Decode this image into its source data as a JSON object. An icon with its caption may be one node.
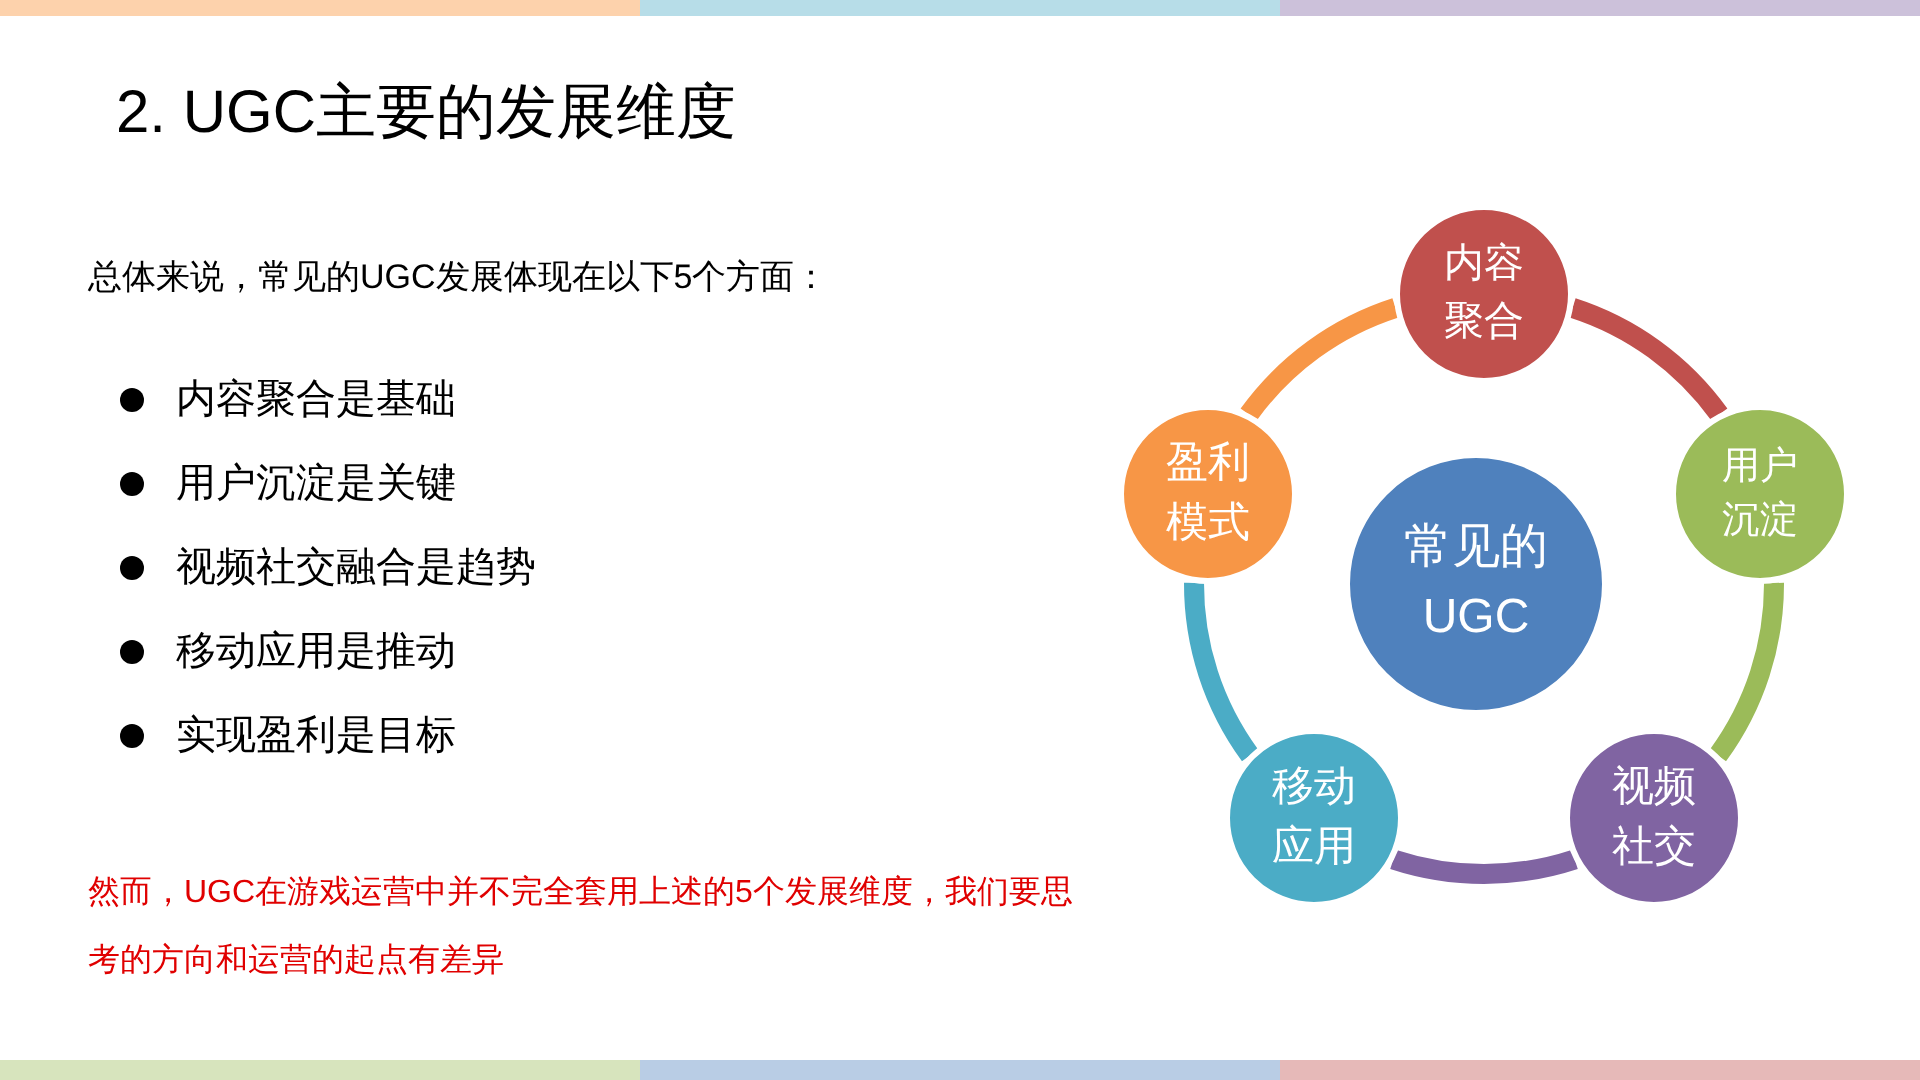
{
  "diagram": {
    "title": "2. UGC主要的发展维度",
    "nodes": [
      {
        "text": [
          "常见的UGC"
        ]
      },
      {
        "text": [
          "内容聚合"
        ]
      },
      {
        "text": [
          "用户沉淀"
        ]
      },
      {
        "text": [
          "视频社交"
        ]
      },
      {
        "text": [
          "移动应用"
        ]
      },
      {
        "text": [
          "盈利模式"
        ]
      }
    ],
    "edges": [
      {
        "from": 1,
        "to": 2,
        "arrow": "none",
        "color": "#c0504d"
      },
      {
        "from": 2,
        "to": 3,
        "arrow": "none",
        "color": "#9bbb59"
      },
      {
        "from": 3,
        "to": 4,
        "arrow": "none",
        "color": "#8064a2"
      },
      {
        "from": 4,
        "to": 5,
        "arrow": "none",
        "color": "#4bacc6"
      },
      {
        "from": 5,
        "to": 1,
        "arrow": "none",
        "color": "#f79646"
      }
    ],
    "labels": [
      "总体来说，常见的UGC发展体现在以下5个方面：",
      "内容聚合是基础",
      "用户沉淀是关键",
      "视频社交融合是趋势",
      "移动应用是推动",
      "实现盈利是目标",
      "然而，UGC在游戏运营中并不完全套用上述的5个发展维度，我们要思考的方向和运营的起点有差异"
    ]
  }
}
